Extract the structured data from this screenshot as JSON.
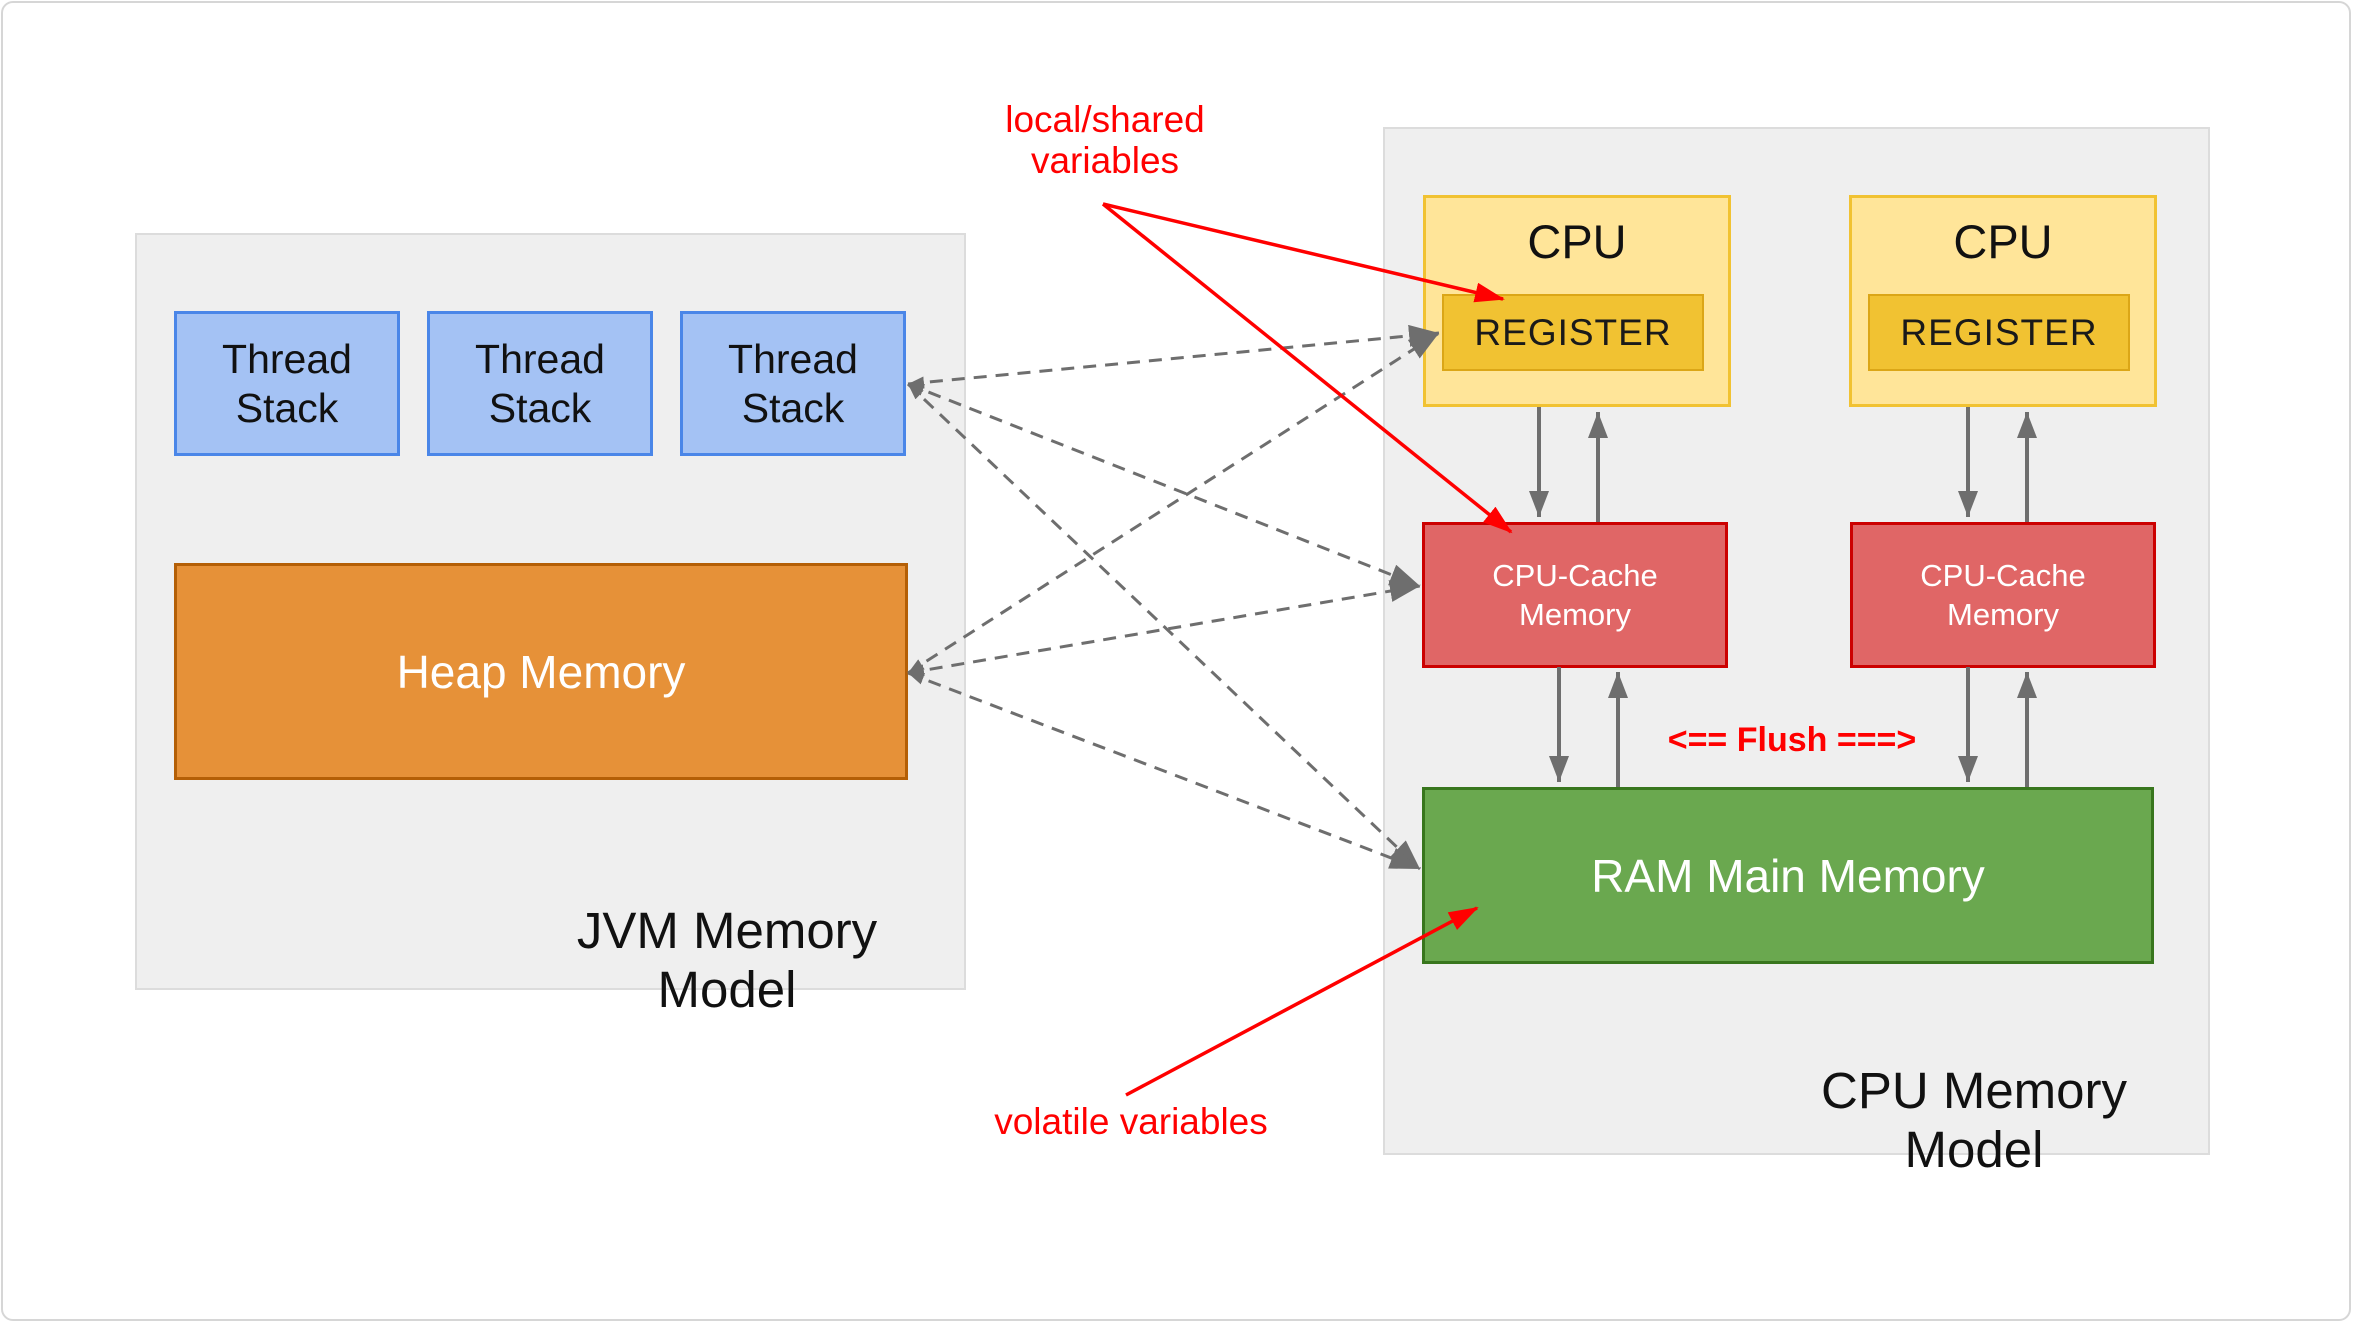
{
  "diagram": {
    "jvm_panel": {
      "label": "JVM Memory Model",
      "thread_stacks": [
        "Thread\nStack",
        "Thread\nStack",
        "Thread\nStack"
      ],
      "heap_label": "Heap Memory"
    },
    "cpu_panel": {
      "label": "CPU Memory Model",
      "cpus": [
        {
          "title": "CPU",
          "register_label": "REGISTER"
        },
        {
          "title": "CPU",
          "register_label": "REGISTER"
        }
      ],
      "caches": [
        "CPU-Cache\nMemory",
        "CPU-Cache\nMemory"
      ],
      "ram_label": "RAM Main Memory",
      "flush_label": "<== Flush ===>"
    },
    "annotations": {
      "local_shared": "local/shared\nvariables",
      "volatile": "volatile variables"
    },
    "colors": {
      "panel_bg": "#efefef",
      "panel_border": "#dcdcdc",
      "thread_fill": "#a4c2f4",
      "thread_border": "#4a86e8",
      "heap_fill": "#e69138",
      "heap_border": "#b45f06",
      "cpu_fill": "#ffe599",
      "cpu_border": "#f1c232",
      "register_fill": "#f1c232",
      "register_border": "#dba617",
      "cache_fill": "#e06666",
      "cache_border": "#cc0000",
      "ram_fill": "#6aa84f",
      "ram_border": "#38761d",
      "annotation_red": "#ff0000",
      "arrow_gray": "#6e6e6e",
      "text_black": "#111111",
      "text_white": "#ffffff"
    }
  }
}
